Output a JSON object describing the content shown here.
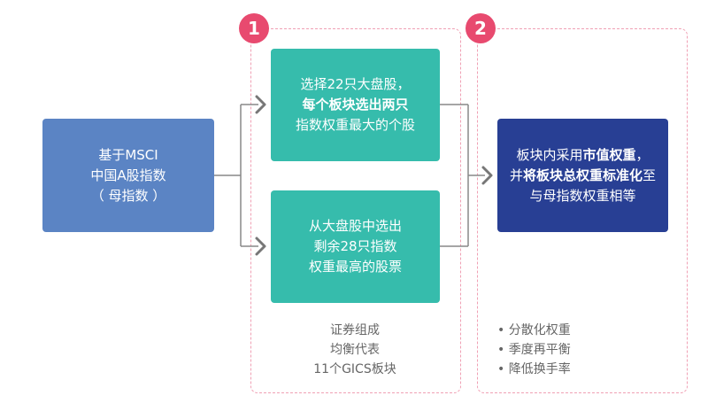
{
  "step1": {
    "badge": "1",
    "box_top": {
      "line1": "选择22只大盘股，",
      "line2": "每个板块选出两只",
      "line3": "指数权重最大的个股"
    },
    "box_bottom": {
      "line1": "从大盘股中选出",
      "line2": "剩余28只指数",
      "line3": "权重最高的股票"
    },
    "caption": [
      "证券组成",
      "均衡代表",
      "11个GICS板块"
    ]
  },
  "source": {
    "line1": "基于MSCI",
    "line2": "中国A股指数",
    "line3": "（ 母指数 ）"
  },
  "step2": {
    "badge": "2",
    "box": {
      "line1_prefix": "板块内采用",
      "line1_bold": "市值权重",
      "line1_suffix": "，",
      "line2_prefix": "并",
      "line2_bold": "将板块总权重标准化",
      "line2_suffix": "至",
      "line3": "与母指数权重相等"
    },
    "bullets": [
      "• 分散化权重",
      "• 季度再平衡",
      "• 降低换手率"
    ]
  },
  "colors": {
    "badge": "#e84a6f",
    "source": "#5b84c4",
    "teal": "#36bcac",
    "navy": "#283f94",
    "dashed": "#f0a0b4"
  }
}
